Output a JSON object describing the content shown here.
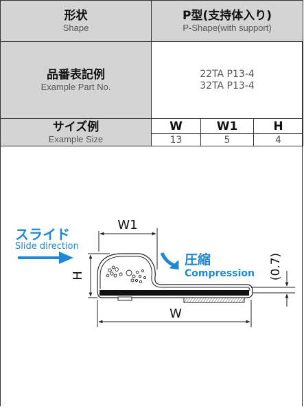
{
  "table": {
    "shape_label_jp": "形状",
    "shape_label_en": "Shape",
    "shape_value_jp": "P型(支持体入り)",
    "shape_value_en": "P-Shape(with support)",
    "part_label_jp": "品番表記例",
    "part_label_en": "Example Part No.",
    "part_numbers": [
      "22TA P13-4",
      "32TA P13-4"
    ],
    "size_label_jp": "サイズ例",
    "size_label_en": "Example Size",
    "size_headers": [
      "W",
      "W1",
      "H"
    ],
    "size_values": [
      "13",
      "5",
      "4"
    ]
  },
  "diagram": {
    "slide_label_jp": "スライド",
    "slide_label_en": "Slide direction",
    "compression_label_jp": "圧縮",
    "compression_label_en": "Compression",
    "dim_w1": "W1",
    "dim_w": "W",
    "dim_h": "H",
    "dim_gap": "(0.7)",
    "colors": {
      "accent_blue": "#1e88d4",
      "outline": "#222222"
    }
  }
}
